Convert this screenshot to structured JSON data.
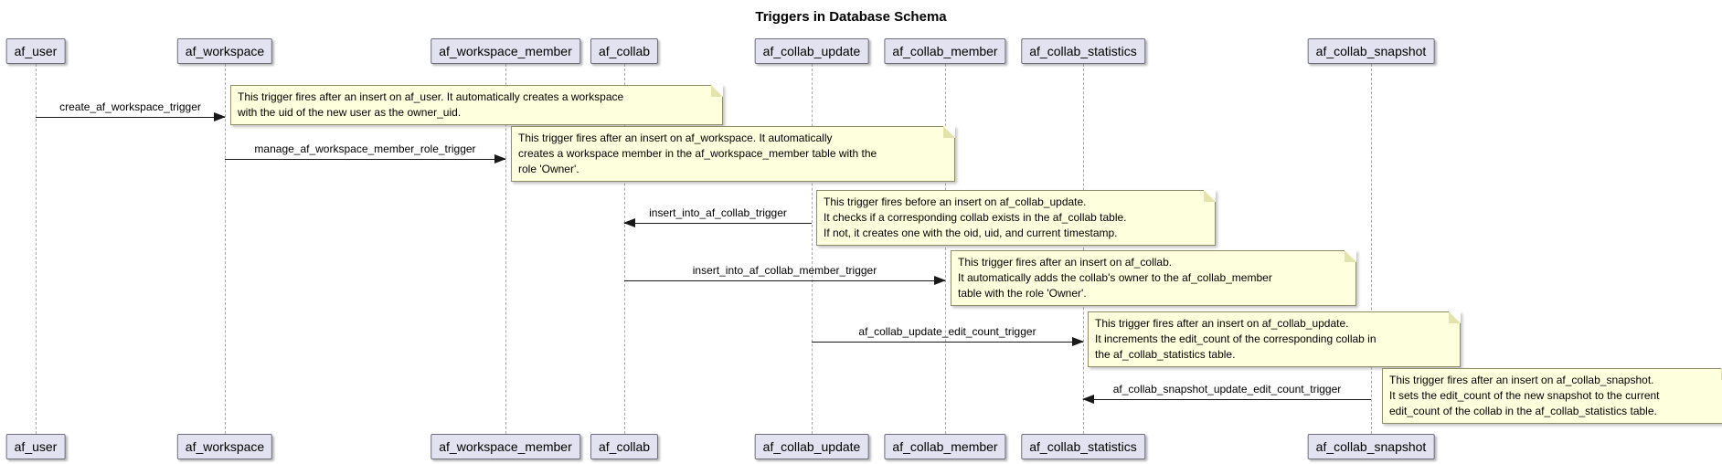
{
  "title": "Triggers in Database Schema",
  "diagram": {
    "participants": [
      {
        "id": "af_user",
        "label": "af_user"
      },
      {
        "id": "af_workspace",
        "label": "af_workspace"
      },
      {
        "id": "af_workspace_member",
        "label": "af_workspace_member"
      },
      {
        "id": "af_collab",
        "label": "af_collab"
      },
      {
        "id": "af_collab_update",
        "label": "af_collab_update"
      },
      {
        "id": "af_collab_member",
        "label": "af_collab_member"
      },
      {
        "id": "af_collab_statistics",
        "label": "af_collab_statistics"
      },
      {
        "id": "af_collab_snapshot",
        "label": "af_collab_snapshot"
      }
    ],
    "messages": [
      {
        "label": "create_af_workspace_trigger",
        "from": "af_user",
        "to": "af_workspace"
      },
      {
        "label": "manage_af_workspace_member_role_trigger",
        "from": "af_workspace",
        "to": "af_workspace_member"
      },
      {
        "label": "insert_into_af_collab_trigger",
        "from": "af_collab_update",
        "to": "af_collab"
      },
      {
        "label": "insert_into_af_collab_member_trigger",
        "from": "af_collab",
        "to": "af_collab_member"
      },
      {
        "label": "af_collab_update_edit_count_trigger",
        "from": "af_collab_update",
        "to": "af_collab_statistics"
      },
      {
        "label": "af_collab_snapshot_update_edit_count_trigger",
        "from": "af_collab_snapshot",
        "to": "af_collab_statistics"
      }
    ],
    "notes": [
      {
        "lines": [
          "This trigger fires after an insert on af_user. It automatically creates a workspace",
          "with the uid of the new user as the owner_uid."
        ]
      },
      {
        "lines": [
          "This trigger fires after an insert on af_workspace. It automatically",
          "creates a workspace member in the af_workspace_member table with the",
          "role 'Owner'."
        ]
      },
      {
        "lines": [
          "This trigger fires before an insert on af_collab_update.",
          "It checks if a corresponding collab exists in the af_collab table.",
          "If not, it creates one with the oid, uid, and current timestamp."
        ]
      },
      {
        "lines": [
          "This trigger fires after an insert on af_collab.",
          "It automatically adds the collab's owner to the af_collab_member",
          "table with the role 'Owner'."
        ]
      },
      {
        "lines": [
          "This trigger fires after an insert on af_collab_update.",
          "It increments the edit_count of the corresponding collab in",
          "the af_collab_statistics table."
        ]
      },
      {
        "lines": [
          "This trigger fires after an insert on af_collab_snapshot.",
          "It sets the edit_count of the new snapshot to the current",
          "edit_count of the collab in the af_collab_statistics table."
        ]
      }
    ]
  },
  "colors": {
    "participant_fill": "#E2E2F0",
    "participant_border": "#6E6E7E",
    "note_fill": "#FEFFDD",
    "note_border": "#8E8E6B",
    "lifeline": "#A9A9A9",
    "arrow": "#181818",
    "text": "#000000"
  }
}
